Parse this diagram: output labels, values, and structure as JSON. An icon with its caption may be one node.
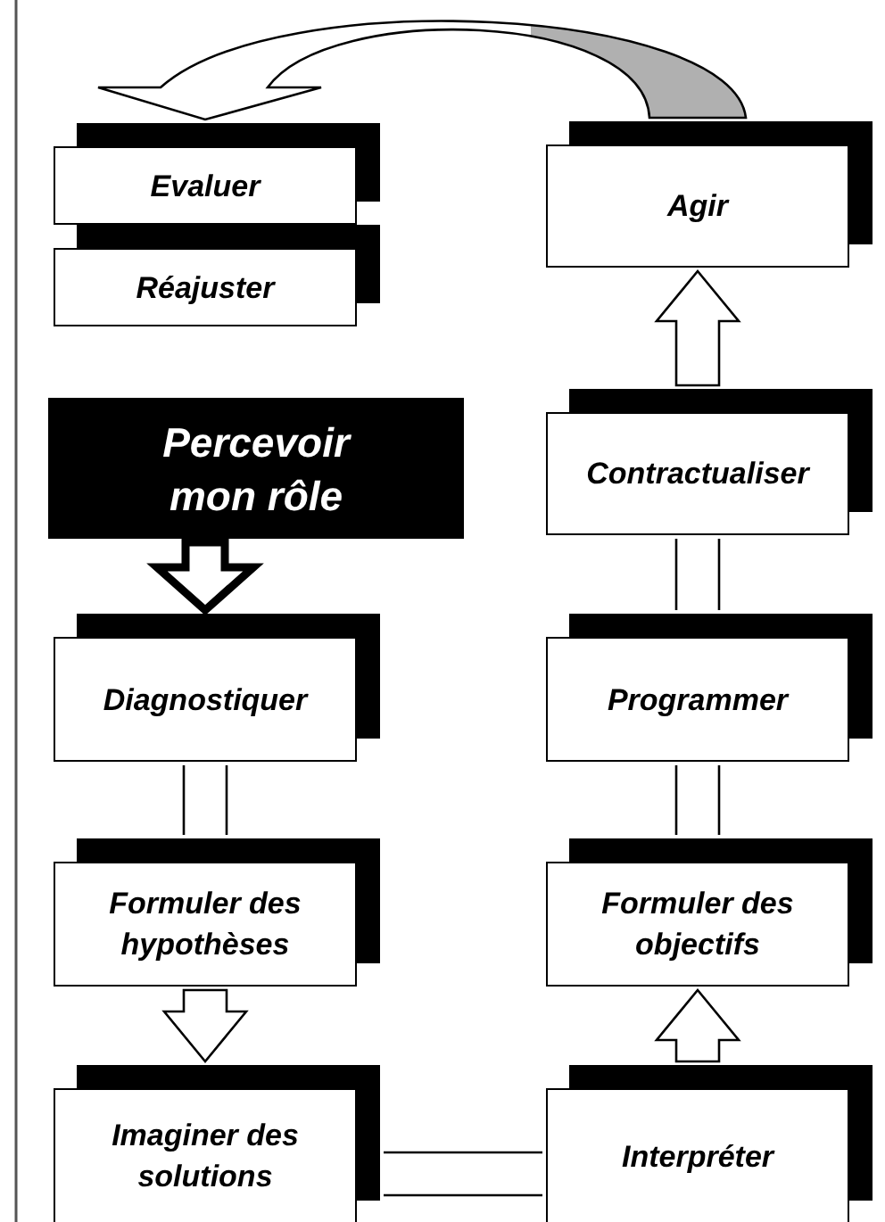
{
  "diagram": {
    "nodes": [
      {
        "text": [
          "Evaluer"
        ]
      },
      {
        "text": [
          "Agir"
        ]
      },
      {
        "text": [
          "Réajuster"
        ]
      },
      {
        "text": [
          "Percevoir mon rôle"
        ]
      },
      {
        "text": [
          "Contractualiser"
        ]
      },
      {
        "text": [
          "Diagnostiquer"
        ]
      },
      {
        "text": [
          "Programmer"
        ]
      },
      {
        "text": [
          "Formuler des hypothèses"
        ]
      },
      {
        "text": [
          "Formuler des objectifs"
        ]
      },
      {
        "text": [
          "Imaginer des solutions"
        ]
      },
      {
        "text": [
          "Interpréter"
        ]
      }
    ],
    "edges": [
      {
        "from": 3,
        "to": 5,
        "arrow": "to",
        "style": "thick"
      },
      {
        "from": 5,
        "to": 7,
        "arrow": "none"
      },
      {
        "from": 7,
        "to": 9,
        "arrow": "to"
      },
      {
        "from": 9,
        "to": 10,
        "arrow": "none"
      },
      {
        "from": 10,
        "to": 8,
        "arrow": "to"
      },
      {
        "from": 8,
        "to": 6,
        "arrow": "none"
      },
      {
        "from": 6,
        "to": 4,
        "arrow": "none"
      },
      {
        "from": 4,
        "to": 1,
        "arrow": "to"
      },
      {
        "from": 1,
        "to": 0,
        "arrow": "to"
      }
    ]
  }
}
